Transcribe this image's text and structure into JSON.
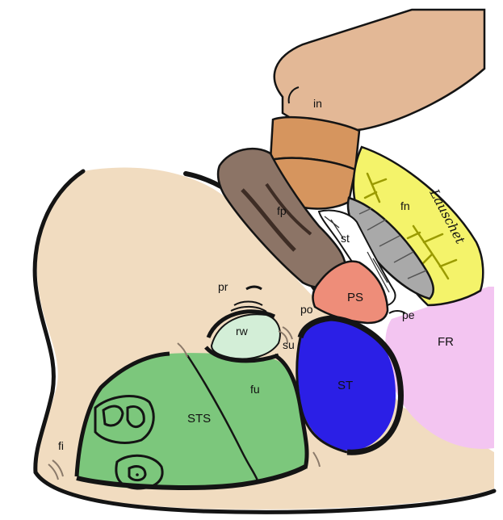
{
  "labels": {
    "in": "in",
    "fn": "fn",
    "fp": "fp",
    "st": "st",
    "pr": "pr",
    "PS": "PS",
    "po": "po",
    "pe": "pe",
    "rw": "rw",
    "su": "su",
    "FR": "FR",
    "ST": "ST",
    "fu": "fu",
    "STS": "STS",
    "fi": "fi"
  },
  "signature": "Lauschet",
  "colors": {
    "skin": "#f1dcc0",
    "finger": "#e3b896",
    "instrument": "#d6955e",
    "fp": "#8c7466",
    "fn": "#f4f36a",
    "gray": "#a9a9a9",
    "PS": "#ee8d79",
    "FR": "#f3c5f1",
    "ST": "#2b1fe6",
    "STS": "#7cc77c",
    "rw": "#d3eed7",
    "outline": "#141414"
  }
}
